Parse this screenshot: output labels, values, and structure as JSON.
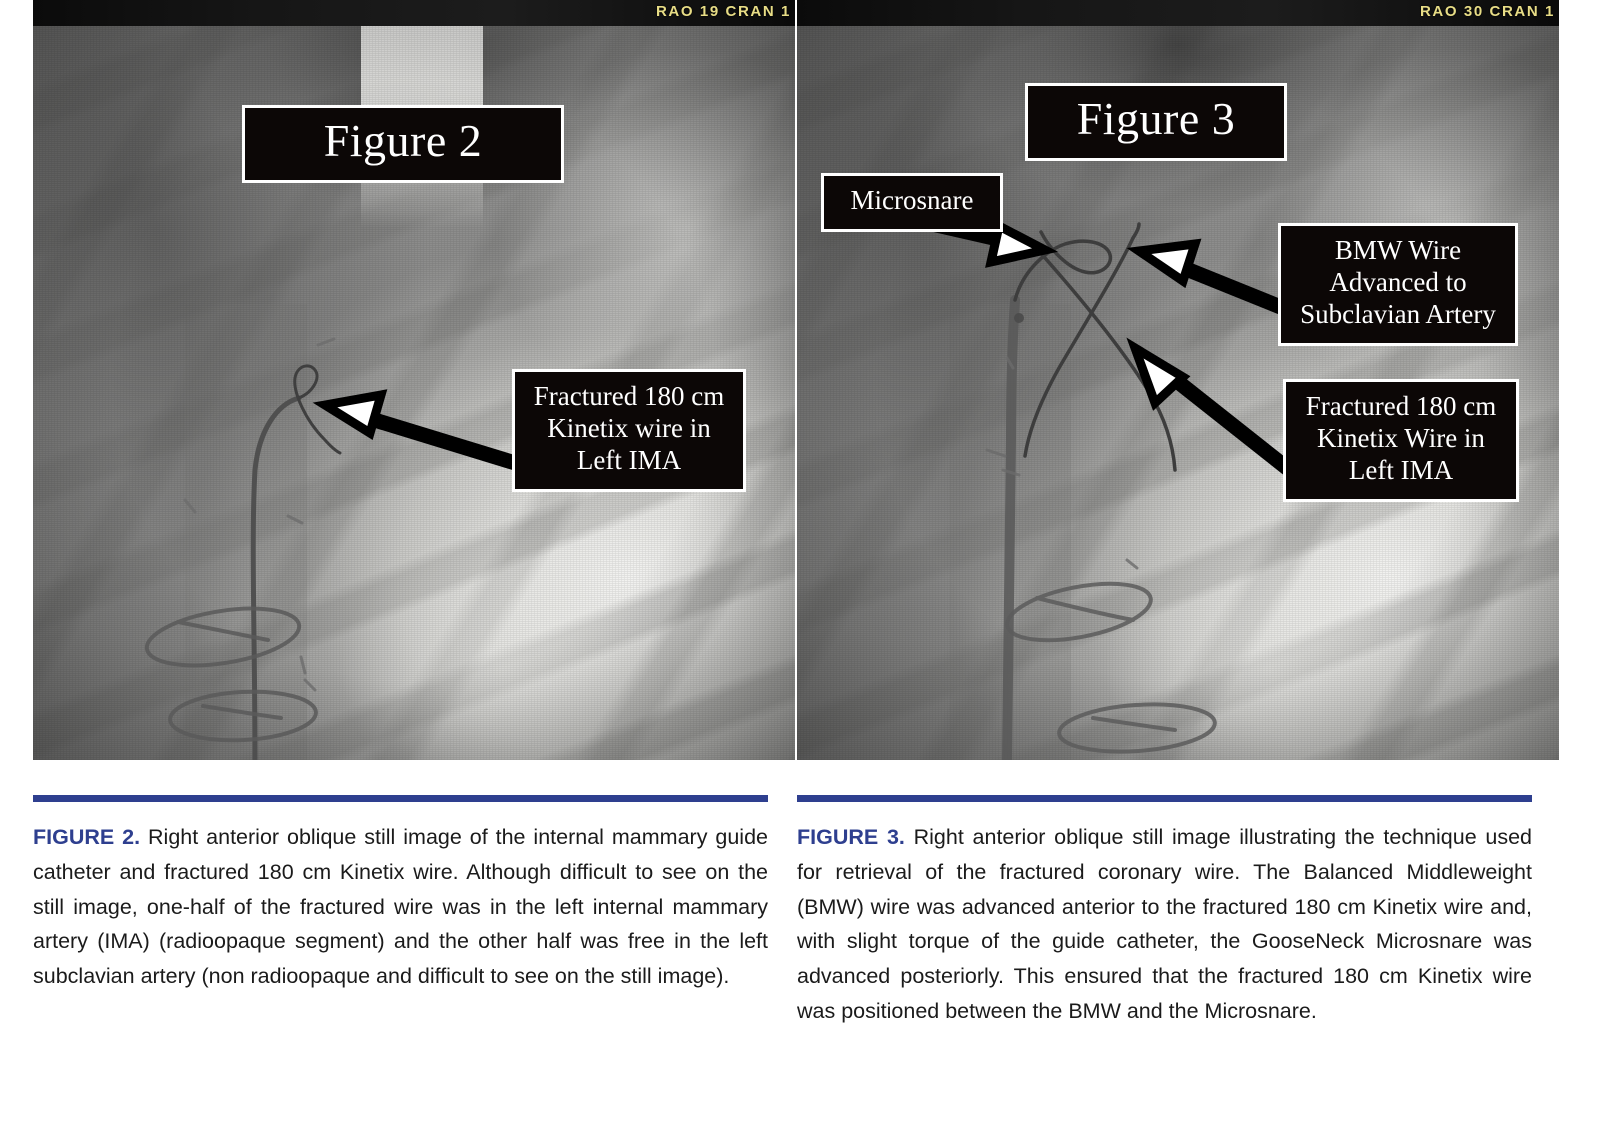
{
  "document": {
    "type": "journal-figure-pair",
    "accent_color": "#2e3f8f",
    "overlay_box_bg": "#0c0706",
    "overlay_box_border": "#ffffff",
    "corner_tag_color": "#e8dd86"
  },
  "figure2": {
    "corner_tag": "RAO 19 CRAN 1",
    "title_box": "Figure 2",
    "annotations": [
      {
        "name": "fractured-wire-callout",
        "lines": [
          "Fractured 180 cm",
          "Kinetix wire in",
          "Left IMA"
        ]
      }
    ],
    "caption": {
      "lead": "FIGURE 2.",
      "body": "Right anterior oblique still image of the internal mammary guide catheter and fractured 180 cm Kinetix wire. Although difficult to see on the still image, one-half of the fractured wire was in the left internal mammary artery (IMA) (radioopaque segment) and the other half was free in the left subclavian artery (non radioopaque and difficult to see on the still image)."
    }
  },
  "figure3": {
    "corner_tag": "RAO 30 CRAN 1",
    "title_box": "Figure 3",
    "annotations": [
      {
        "name": "microsnare-callout",
        "lines": [
          "Microsnare"
        ]
      },
      {
        "name": "bmw-wire-callout",
        "lines": [
          "BMW Wire",
          "Advanced to",
          "Subclavian Artery"
        ]
      },
      {
        "name": "fractured-wire-callout",
        "lines": [
          "Fractured 180 cm",
          "Kinetix Wire in",
          "Left IMA"
        ]
      }
    ],
    "caption": {
      "lead": "FIGURE 3.",
      "body": "Right anterior oblique still image illustrating the technique used for retrieval of the fractured coronary wire. The Balanced Middleweight (BMW) wire was advanced anterior to the fractured 180 cm Kinetix wire and, with slight torque of the guide catheter, the GooseNeck Microsnare was advanced posteriorly. This ensured that the fractured 180 cm Kinetix wire was positioned between the BMW and the Microsnare."
    }
  }
}
